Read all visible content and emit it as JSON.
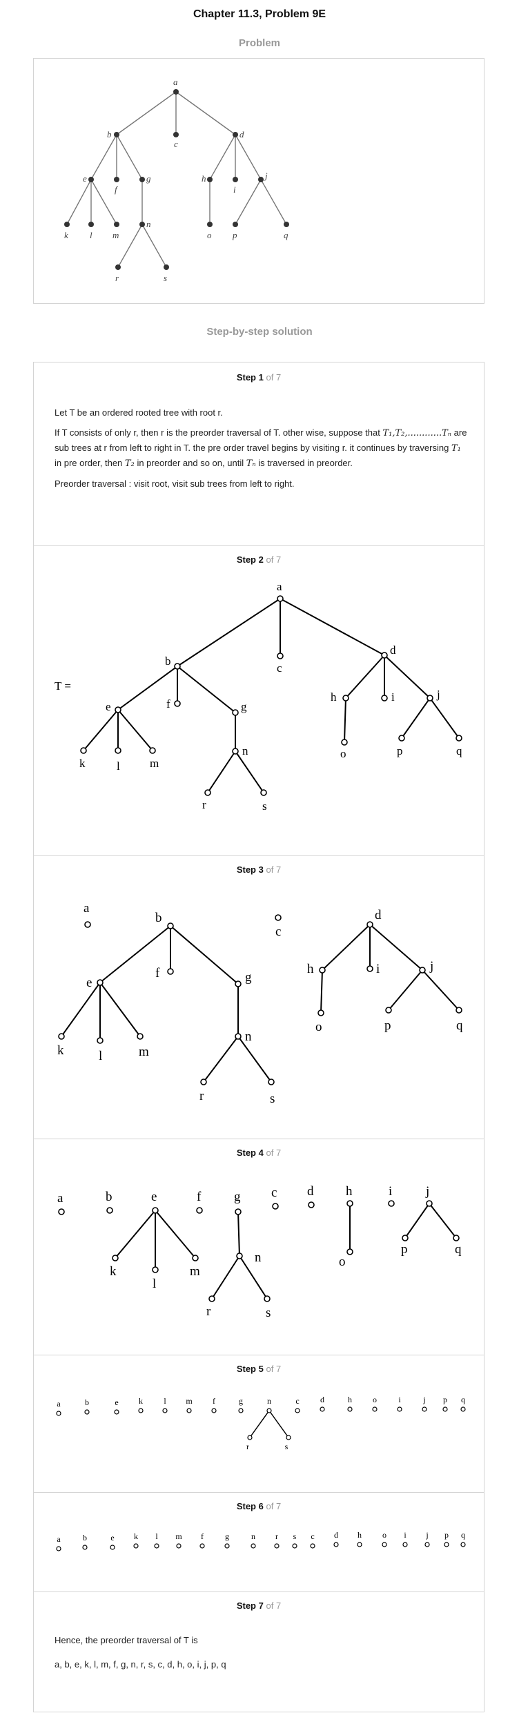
{
  "page_title": "Chapter 11.3, Problem 9E",
  "problem_heading": "Problem",
  "solution_heading": "Step-by-step solution",
  "step_word": "Step",
  "step_total_text": "of 7",
  "step_numbers": [
    "1",
    "2",
    "3",
    "4",
    "5",
    "6",
    "7"
  ],
  "problem_labels": {
    "a": "a",
    "b": "b",
    "c": "c",
    "d": "d",
    "e": "e",
    "f": "f",
    "g": "g",
    "h": "h",
    "i": "i",
    "j": "j",
    "k": "k",
    "l": "l",
    "m": "m",
    "n": "n",
    "o": "o",
    "p": "p",
    "q": "q",
    "r": "r",
    "s": "s"
  },
  "step1": {
    "p1": "Let T be an ordered rooted tree with root r.",
    "p2a": "If T consists of only r, then r is the preorder traversal of T. other wise, suppose that",
    "p2b": "are sub trees at r from left to right in T. the pre order travel begins by visiting",
    "p2c": "r. it continues by traversing",
    "p2d": "in pre order, then",
    "p2e": "in preorder and so on, until",
    "p2f": "is",
    "p2g": "traversed in preorder.",
    "math_seq": "T₁,T₂,............Tₙ",
    "math_t1": "T₁",
    "math_t2": "T₂",
    "math_tn": "Tₙ",
    "p3": "Preorder traversal : visit root, visit sub trees from left to right."
  },
  "step2_tlabel": "T =",
  "step7": {
    "p1": "Hence, the preorder traversal of T is",
    "p2": "a, b, e, k, l, m, f, g, n, r, s, c, d, h, o, i, j, p, q"
  }
}
